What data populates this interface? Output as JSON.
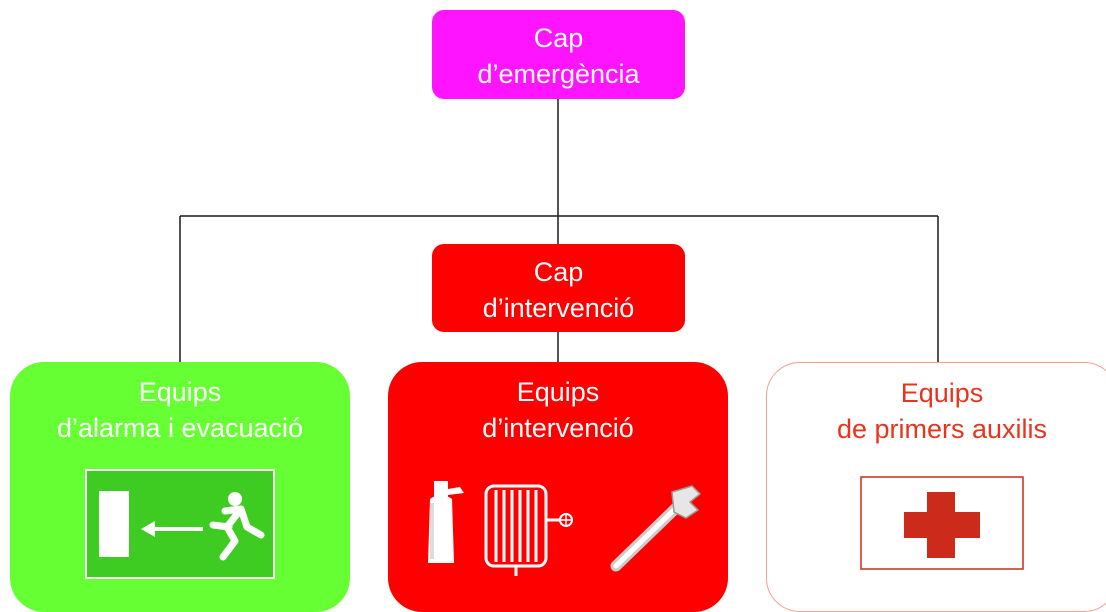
{
  "diagram": {
    "head": {
      "line1": "Cap",
      "line2": "d’emergència",
      "color": "#ff14ff"
    },
    "intervention_head": {
      "line1": "Cap",
      "line2": "d’intervenció",
      "color": "#ff0000"
    },
    "teams": [
      {
        "line1": "Equips",
        "line2": "d’alarma i evacuació",
        "color": "#66ff33",
        "icons": [
          "emergency-exit-sign-icon"
        ]
      },
      {
        "line1": "Equips",
        "line2": "d’intervenció",
        "color": "#ff0000",
        "icons": [
          "fire-extinguisher-icon",
          "fire-hose-reel-icon",
          "wrench-icon"
        ]
      },
      {
        "line1": "Equips",
        "line2": "de primers auxilis",
        "color": "#e8341c",
        "icons": [
          "red-cross-icon"
        ]
      }
    ]
  }
}
